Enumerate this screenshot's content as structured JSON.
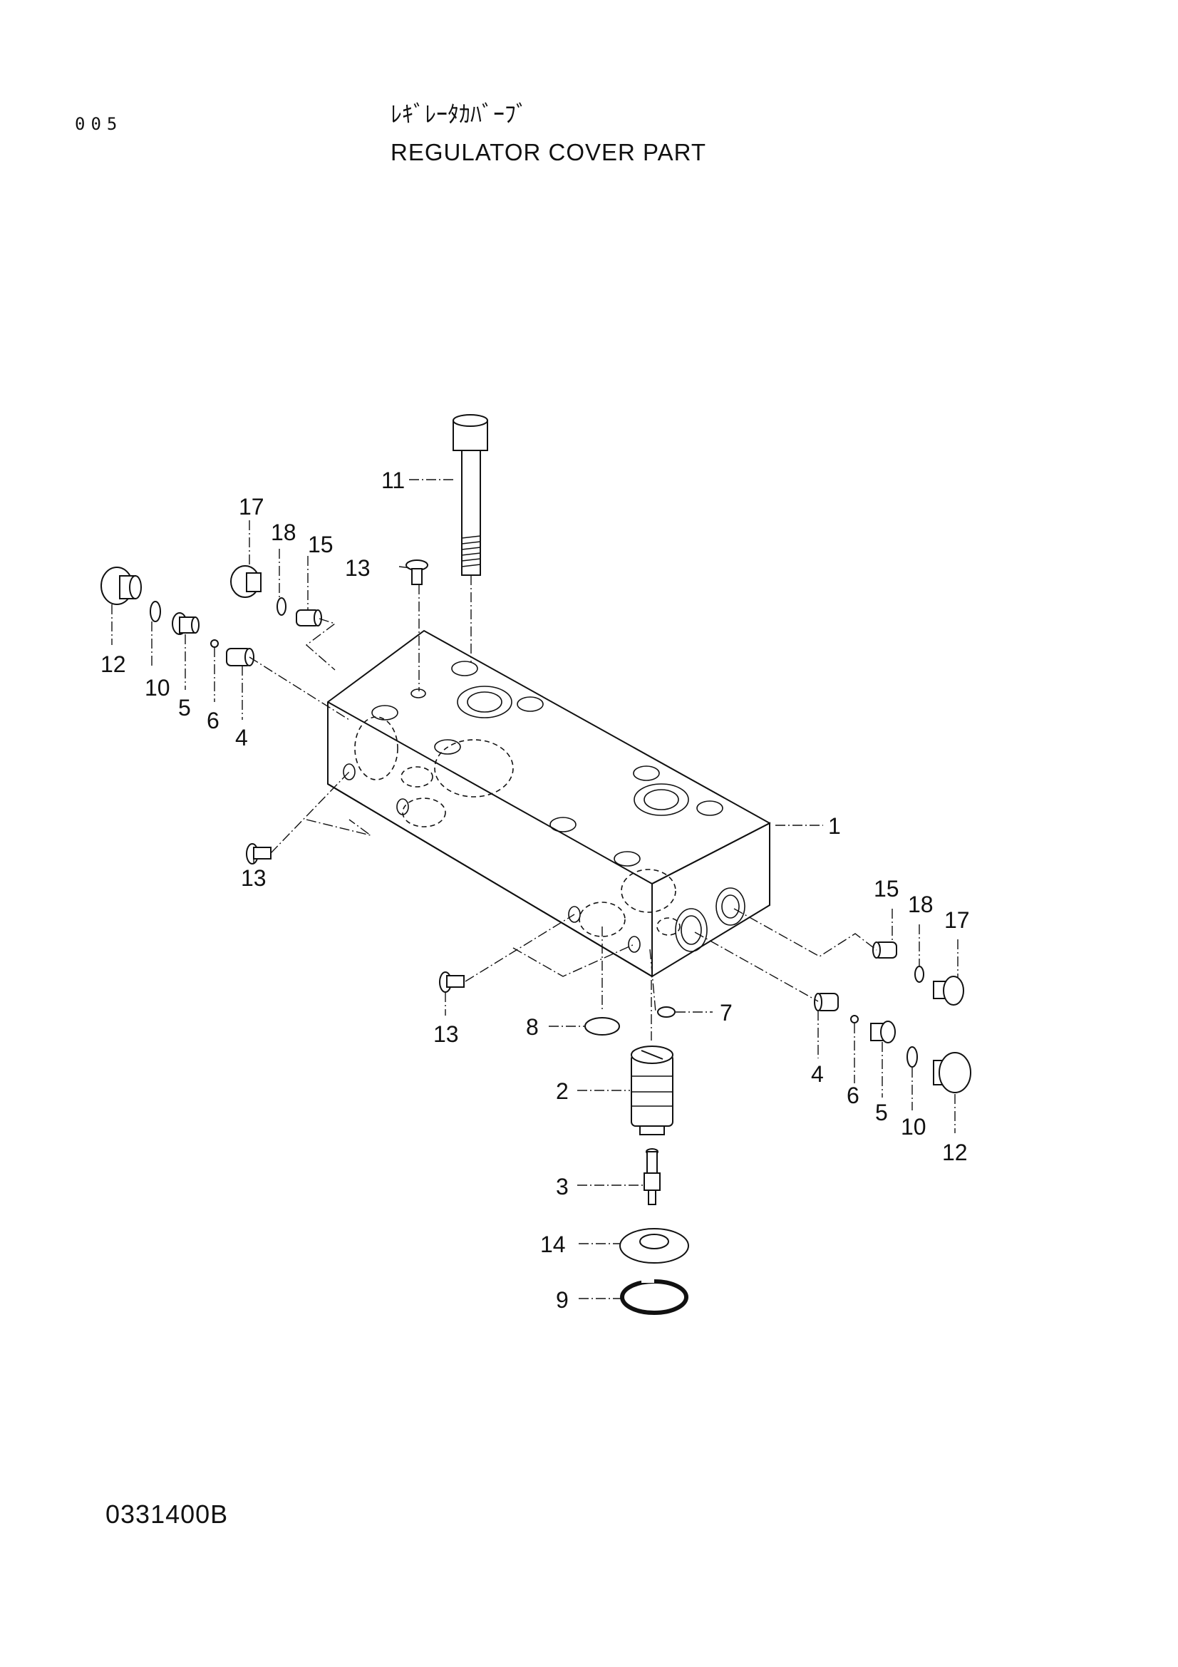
{
  "header": {
    "page_number": "005",
    "title_jp": "ﾚｷﾞﾚｰﾀｶﾊﾞｰﾌﾞ",
    "title_en": "REGULATOR COVER PART"
  },
  "footer": {
    "drawing_code": "0331400B"
  },
  "callouts": {
    "c1": "1",
    "c2": "2",
    "c3": "3",
    "c4a": "4",
    "c4b": "4",
    "c5a": "5",
    "c5b": "5",
    "c6a": "6",
    "c6b": "6",
    "c7": "7",
    "c8": "8",
    "c9": "9",
    "c10a": "10",
    "c10b": "10",
    "c11": "11",
    "c12a": "12",
    "c12b": "12",
    "c13a": "13",
    "c13b": "13",
    "c13c": "13",
    "c14": "14",
    "c15a": "15",
    "c15b": "15",
    "c17a": "17",
    "c17b": "17",
    "c18a": "18",
    "c18b": "18"
  }
}
